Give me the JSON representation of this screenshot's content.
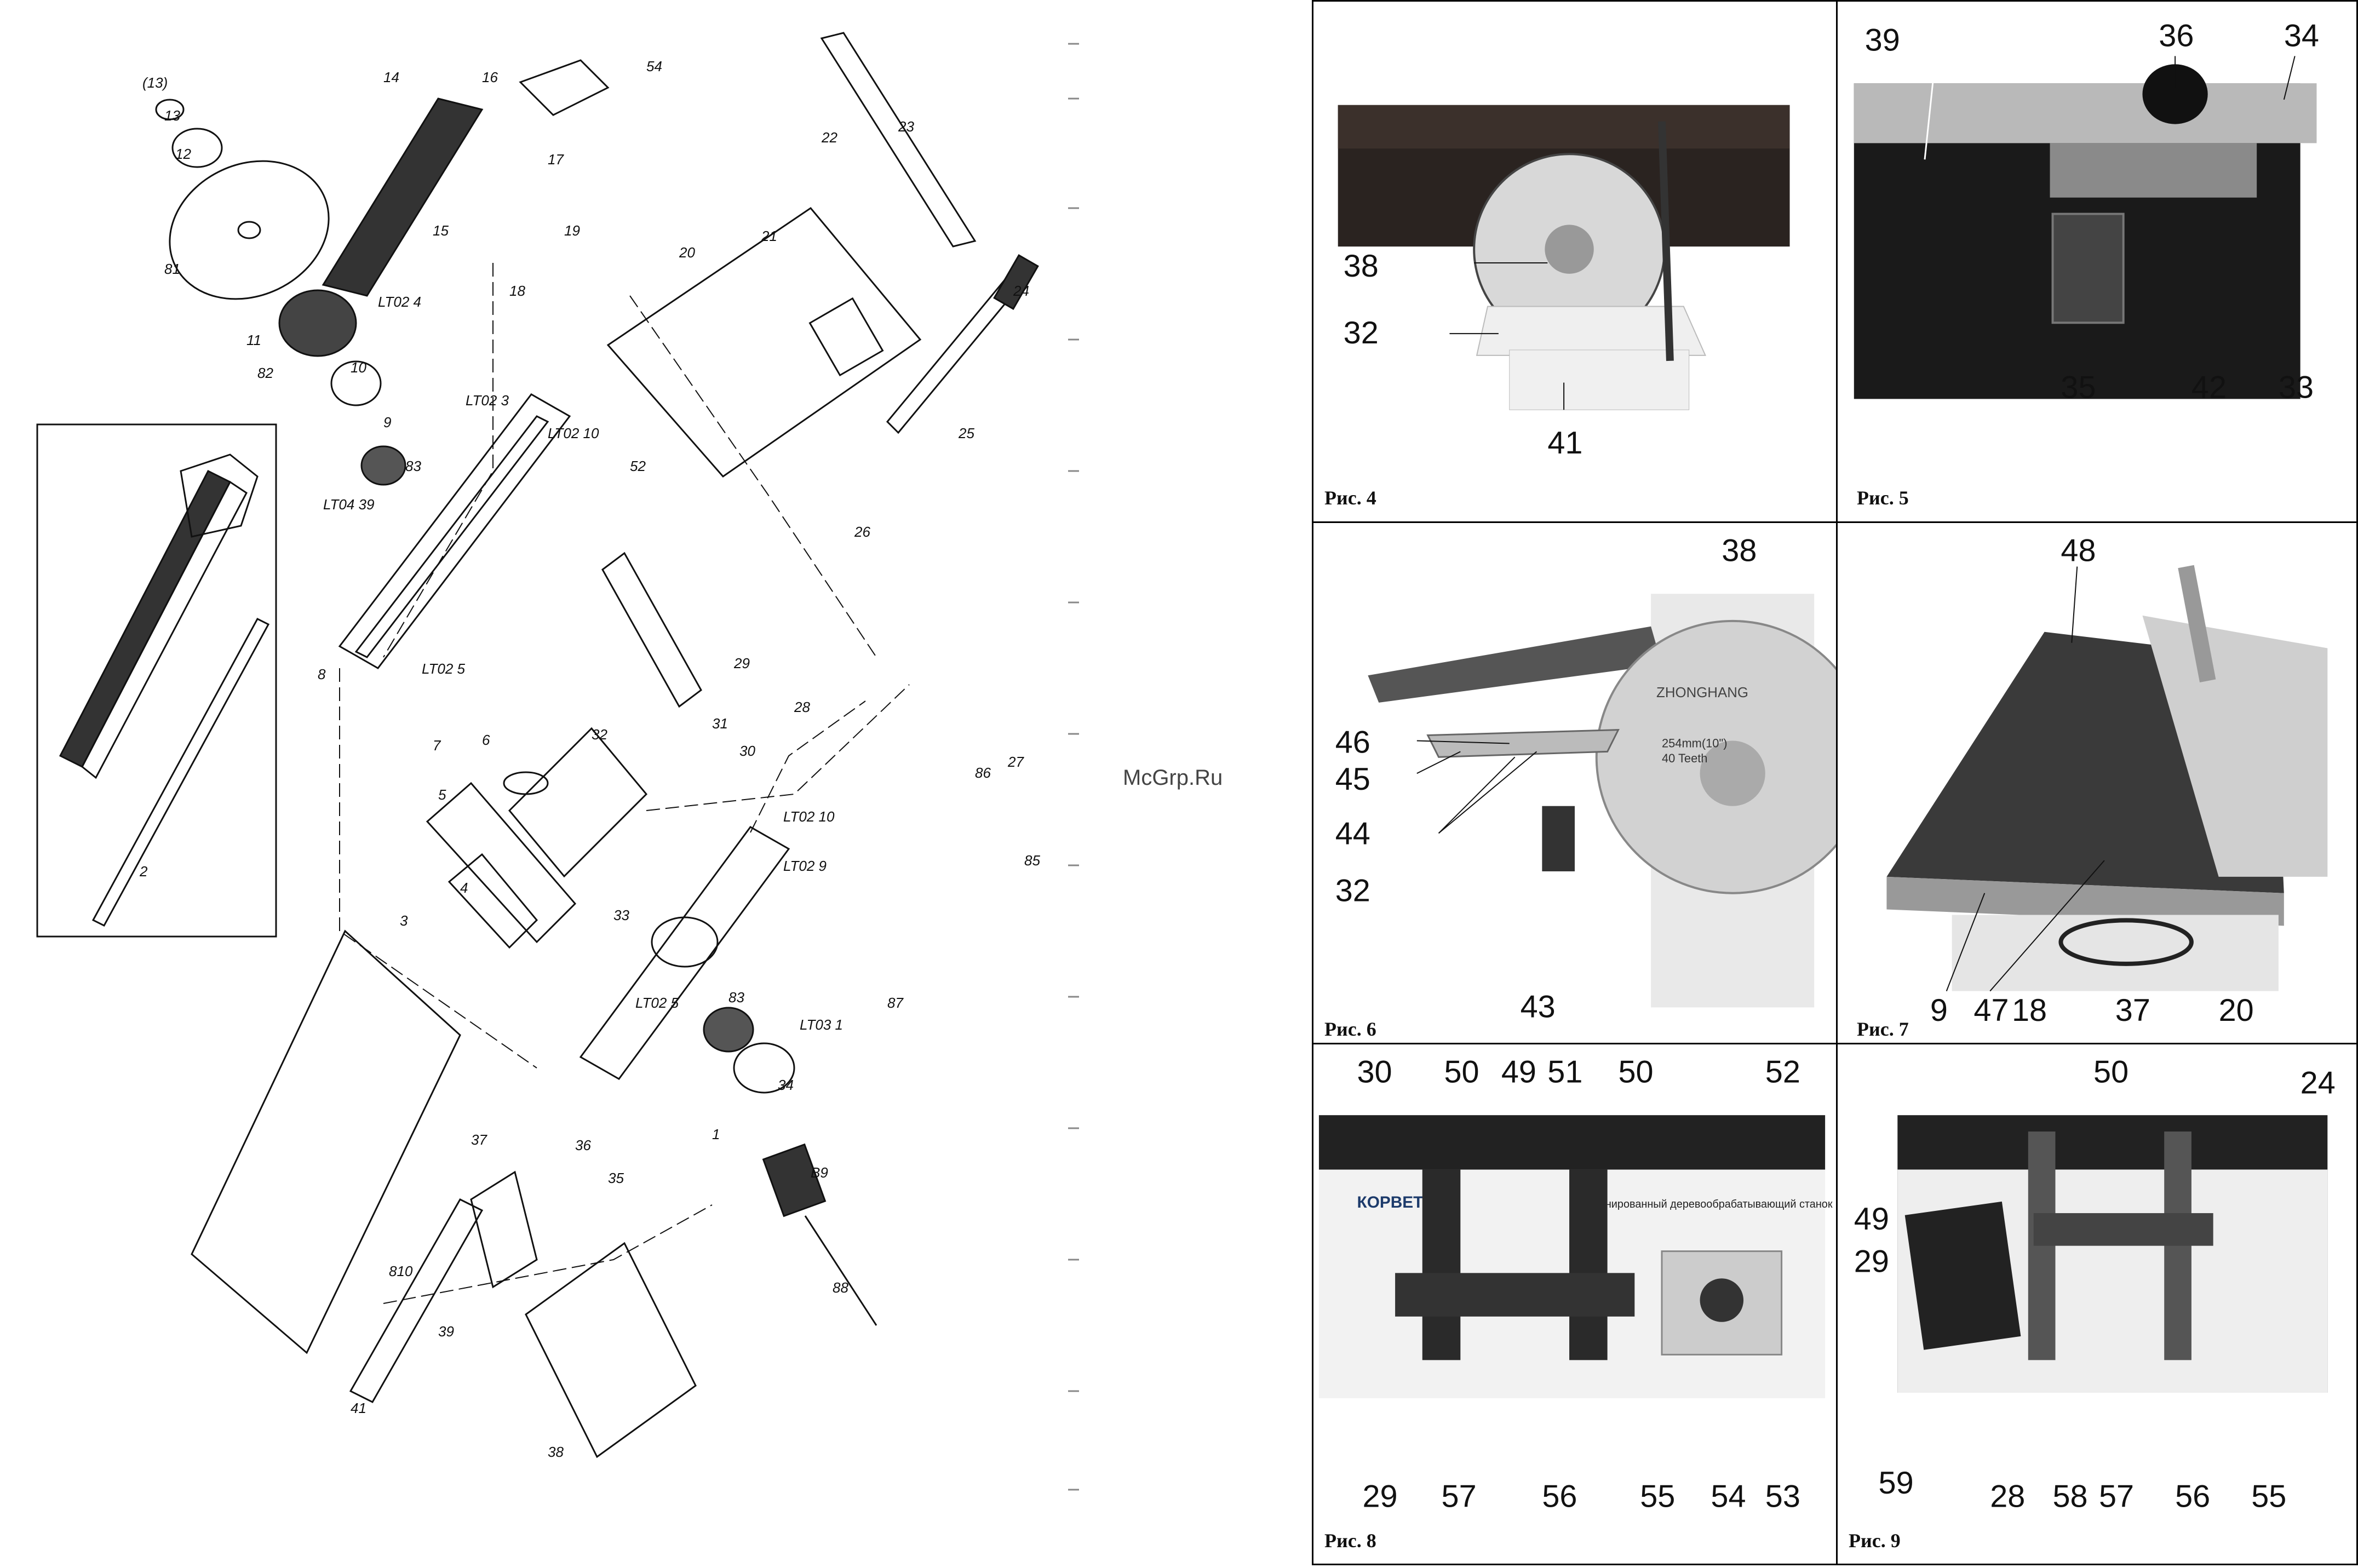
{
  "watermark": "McGrp.Ru",
  "drawing_labels": [
    "(13)",
    "13",
    "12",
    "81",
    "14",
    "15",
    "16",
    "54",
    "17",
    "22",
    "23",
    "11",
    "82",
    "10",
    "9",
    "83",
    "LT02 4",
    "18",
    "19",
    "LT02 3",
    "LT02 10",
    "LT04 39",
    "8",
    "LT02 5",
    "20",
    "21",
    "52",
    "24",
    "25",
    "26",
    "28",
    "29",
    "30",
    "31",
    "32",
    "6",
    "5",
    "4",
    "7",
    "3",
    "2",
    "33",
    "LT02 9",
    "LT02 10",
    "LT03 1",
    "34",
    "83",
    "B9",
    "88",
    "86",
    "85",
    "27",
    "87",
    "36",
    "35",
    "810",
    "37",
    "39",
    "38",
    "41",
    "1",
    "LT02 5"
  ],
  "figures": [
    {
      "id": "fig4",
      "caption": "Рис. 4",
      "labels": [
        "38",
        "32",
        "41"
      ]
    },
    {
      "id": "fig5",
      "caption": "Рис. 5",
      "labels": [
        "39",
        "36",
        "34",
        "35",
        "42",
        "33"
      ]
    },
    {
      "id": "fig6",
      "caption": "Рис. 6",
      "labels": [
        "38",
        "46",
        "45",
        "44",
        "32",
        "43"
      ]
    },
    {
      "id": "fig7",
      "caption": "Рис. 7",
      "labels": [
        "48",
        "9",
        "47",
        "18",
        "37",
        "20"
      ]
    },
    {
      "id": "fig8",
      "caption": "Рис. 8",
      "labels": [
        "30",
        "50",
        "49",
        "51",
        "50",
        "52",
        "29",
        "57",
        "56",
        "55",
        "54",
        "53"
      ]
    },
    {
      "id": "fig9",
      "caption": "Рис. 9",
      "labels": [
        "50",
        "24",
        "49",
        "29",
        "59",
        "28",
        "58",
        "57",
        "56",
        "55"
      ]
    }
  ],
  "photo_text": {
    "blade_brand": "ZHONGHANG",
    "blade_spec": "254mm(10\")",
    "blade_teeth": "40 Teeth",
    "machine_brand": "КОРВЕТ 320",
    "machine_desc": "комбинированный деревообрабатывающий станок"
  }
}
